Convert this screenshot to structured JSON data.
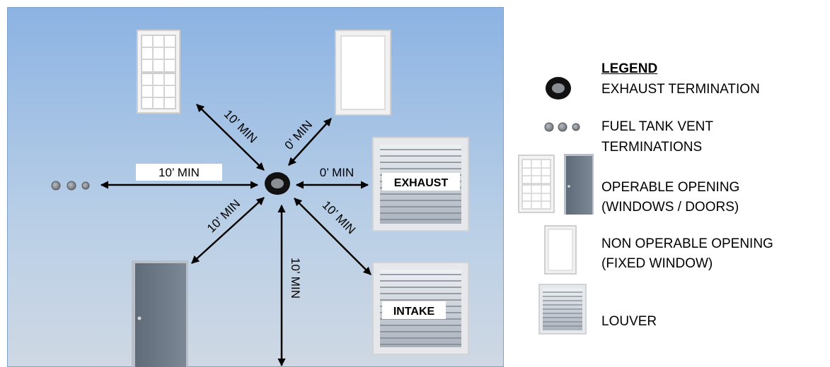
{
  "labels": {
    "dist_left": "10’ MIN",
    "dist_right": "0’ MIN",
    "dist_up_left": "10’ MIN",
    "dist_up_right": "0’ MIN",
    "dist_down_left": "10’ MIN",
    "dist_down_right": "10’ MIN",
    "dist_down": "10’ MIN",
    "louver_exhaust": "EXHAUST",
    "louver_intake": "INTAKE"
  },
  "legend": {
    "title": "LEGEND",
    "exhaust": "EXHAUST TERMINATION",
    "fuel_line1": "FUEL TANK VENT",
    "fuel_line2": "TERMINATIONS",
    "operable_line1": "OPERABLE OPENING",
    "operable_line2": "(WINDOWS / DOORS)",
    "nonop_line1": "NON OPERABLE OPENING",
    "nonop_line2": "(FIXED WINDOW)",
    "louver": "LOUVER"
  },
  "colors": {
    "wall_top": "#8cb3e3",
    "wall_bottom": "#cfd8e4",
    "door": "#6f7c8c",
    "louver": "#c9ced6"
  }
}
